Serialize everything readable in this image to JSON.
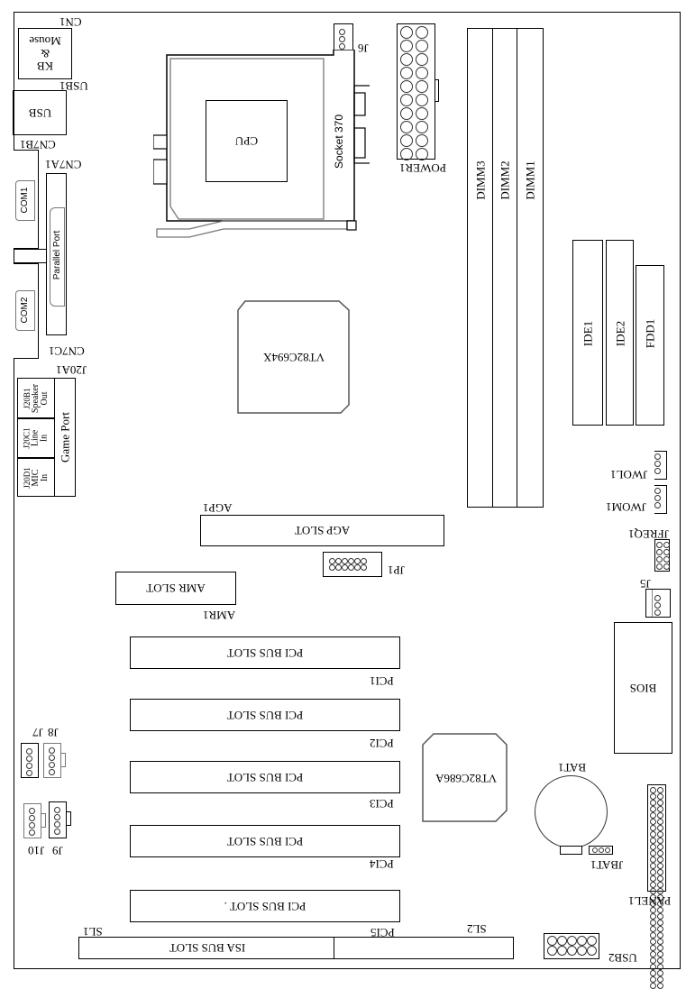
{
  "title": "Motherboard Layout (Socket 370, VIA VT82C694X / VT82C686A)",
  "orientation": "rotated 180 degrees",
  "rear_io": {
    "cn1": {
      "ref": "CN1",
      "label_lines": [
        "KB",
        "&",
        "Mouse"
      ]
    },
    "usb1": {
      "ref": "USB1",
      "label": "USB"
    },
    "cn7b1": {
      "ref": "CN7B1",
      "label": "COM1"
    },
    "cn7a1": {
      "ref": "CN7A1",
      "label": "Parallel Port"
    },
    "cn7c1": {
      "ref": "CN7C1",
      "label": "COM2"
    },
    "j20a1": {
      "ref": "J20A1",
      "label": "Game Port"
    },
    "j20b1": {
      "ref": "J20B1",
      "label_lines": [
        "Speaker",
        "Out"
      ]
    },
    "j20c1": {
      "ref": "J20C1",
      "label_lines": [
        "Line",
        "In"
      ]
    },
    "j20d1": {
      "ref": "J20D1",
      "label_lines": [
        "MIC",
        "In"
      ]
    }
  },
  "cpu": {
    "socket_label": "Socket 370",
    "chip_label": "CPU"
  },
  "j6": {
    "ref": "J6"
  },
  "power": {
    "ref": "POWER1"
  },
  "dimms": [
    {
      "ref": "DIMM3"
    },
    {
      "ref": "DIMM2"
    },
    {
      "ref": "DIMM1"
    }
  ],
  "drives": [
    {
      "ref": "IDE1"
    },
    {
      "ref": "IDE2"
    },
    {
      "ref": "FDD1"
    }
  ],
  "northbridge": {
    "label": "VT82C694X"
  },
  "southbridge": {
    "label": "VT82C686A"
  },
  "jumpers": {
    "jwol1": "JWOL1",
    "jwom1": "JWOM1",
    "jfreq1": "JFREQ1",
    "j5": "J5",
    "jp1": "JP1",
    "j7": "J7",
    "j8": "J8",
    "j9": "J9",
    "j10": "J10",
    "jbat1": "JBAT1",
    "panel1": "PANEL1",
    "usb2": "USB2"
  },
  "agp": {
    "ref": "AGP1",
    "label": "AGP SLOT"
  },
  "amr": {
    "ref": "AMR1",
    "label": "AMR SLOT"
  },
  "pci_slots": [
    {
      "ref": "PCI1",
      "label": "PCI BUS SLOT"
    },
    {
      "ref": "PCI2",
      "label": "PCI BUS SLOT"
    },
    {
      "ref": "PCI3",
      "label": "PCI BUS SLOT"
    },
    {
      "ref": "PCI4",
      "label": "PCI BUS SLOT"
    },
    {
      "ref": "PCI5",
      "label": "PCI BUS SLOT ."
    }
  ],
  "isa": {
    "ref_left": "SL1",
    "ref_right": "SL2",
    "label": "ISA BUS SLOT"
  },
  "bios": {
    "label": "BIOS"
  },
  "battery": {
    "ref": "BAT1"
  }
}
